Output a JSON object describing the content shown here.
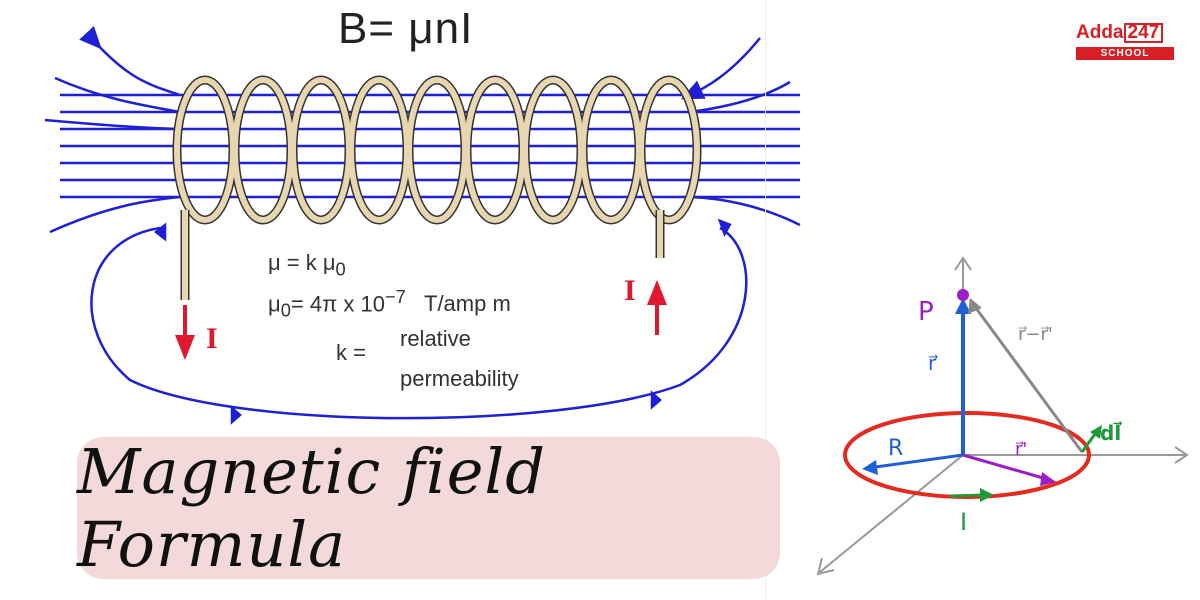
{
  "diagram": {
    "formula": "B= μnI",
    "equations": {
      "mu": "μ = k μ",
      "mu_sub": "0",
      "mu0_prefix": "μ",
      "mu0_sub": "0",
      "mu0_value": "= 4π x 10",
      "mu0_exp": "−7",
      "mu0_unit": "T/amp m",
      "k_label": "k =",
      "k_def_line1": "relative",
      "k_def_line2": "permeability"
    },
    "current_label": "I",
    "colors": {
      "field_line": "#1f1fd6",
      "coil": "#e7d6b0",
      "coil_outline": "#333333",
      "current_arrow": "#e0182d",
      "banner": "#f3d9d9"
    }
  },
  "banner": {
    "title": "Magnetic field Formula"
  },
  "logo": {
    "brand": "Adda",
    "brand_number": "247",
    "tagline": "SCHOOL"
  },
  "loop_diagram": {
    "point_label": "P",
    "r_vector": "r⃗",
    "diff_vector": "r⃗−r⃗'",
    "radius_label": "R",
    "rprime_label": "r⃗'",
    "dl_label": "dl⃗",
    "current_label": "I"
  }
}
